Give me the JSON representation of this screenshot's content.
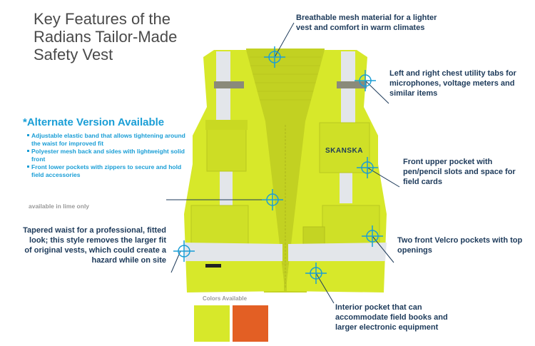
{
  "title_lines": [
    "Key Features of the",
    "Radians Tailor-Made",
    "Safety Vest"
  ],
  "alternate": {
    "heading": "*Alternate Version Available",
    "bullets": [
      "Adjustable elastic band that allows tightening around the waist for improved fit",
      "Polyester mesh back and sides with lightweight solid front",
      "Front lower pockets with zippers to secure and hold field accessories"
    ],
    "note": "available in lime only"
  },
  "callouts": {
    "mesh": "Breathable mesh material for a lighter vest and comfort in warm climates",
    "chest_tabs": "Left and right chest utility tabs for microphones, voltage meters and similar items",
    "upper_pocket": "Front upper pocket with pen/pencil slots and space for field cards",
    "velcro_pockets": "Two front Velcro pockets with top openings",
    "interior_pocket": "Interior pocket that can accommodate field books and larger electronic equipment",
    "tapered_waist": "Tapered waist for a professional, fitted look; this style removes the larger fit of original vests, which could create a hazard while on site"
  },
  "brand_label": "SKANSKA",
  "colors_label": "Colors Available",
  "colors": {
    "lime": "#d7e82a",
    "orange": "#e35f24",
    "accent_blue": "#1a9ed6",
    "reflective": "#e3e6ea"
  }
}
